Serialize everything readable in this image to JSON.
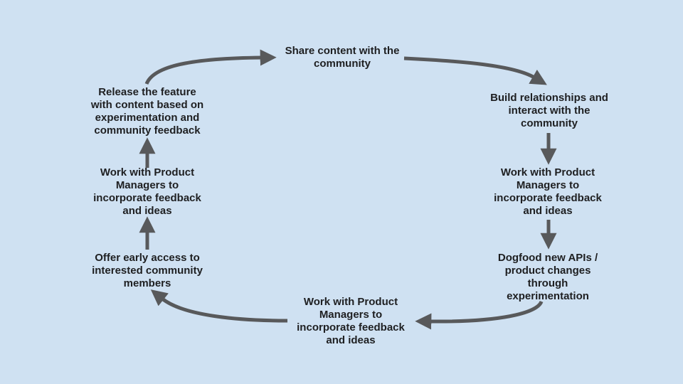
{
  "colors": {
    "background": "#cfe1f2",
    "arrow": "#58595b",
    "text": "#1e1f21"
  },
  "diagram": {
    "type": "cycle",
    "nodes": {
      "share_content": {
        "label": "Share content with the\ncommunity"
      },
      "build_relationships": {
        "label": "Build relationships and\ninteract with the\ncommunity"
      },
      "work_with_pm_right": {
        "label": "Work with Product\nManagers to\nincorporate feedback\nand ideas"
      },
      "dogfood": {
        "label": "Dogfood new APIs /\nproduct changes\nthrough\nexperimentation"
      },
      "work_with_pm_bottom": {
        "label": "Work with Product\nManagers to\nincorporate feedback\nand ideas"
      },
      "offer_early_access": {
        "label": "Offer early access to\ninterested community\nmembers"
      },
      "work_with_pm_left": {
        "label": "Work with Product\nManagers to\nincorporate feedback\nand ideas"
      },
      "release_feature": {
        "label": "Release the feature\nwith content based on\nexperimentation and\ncommunity feedback"
      }
    },
    "edges": [
      {
        "from": "release_feature",
        "to": "share_content"
      },
      {
        "from": "share_content",
        "to": "build_relationships"
      },
      {
        "from": "build_relationships",
        "to": "work_with_pm_right"
      },
      {
        "from": "work_with_pm_right",
        "to": "dogfood"
      },
      {
        "from": "dogfood",
        "to": "work_with_pm_bottom"
      },
      {
        "from": "work_with_pm_bottom",
        "to": "offer_early_access"
      },
      {
        "from": "offer_early_access",
        "to": "work_with_pm_left"
      },
      {
        "from": "work_with_pm_left",
        "to": "release_feature"
      }
    ]
  }
}
